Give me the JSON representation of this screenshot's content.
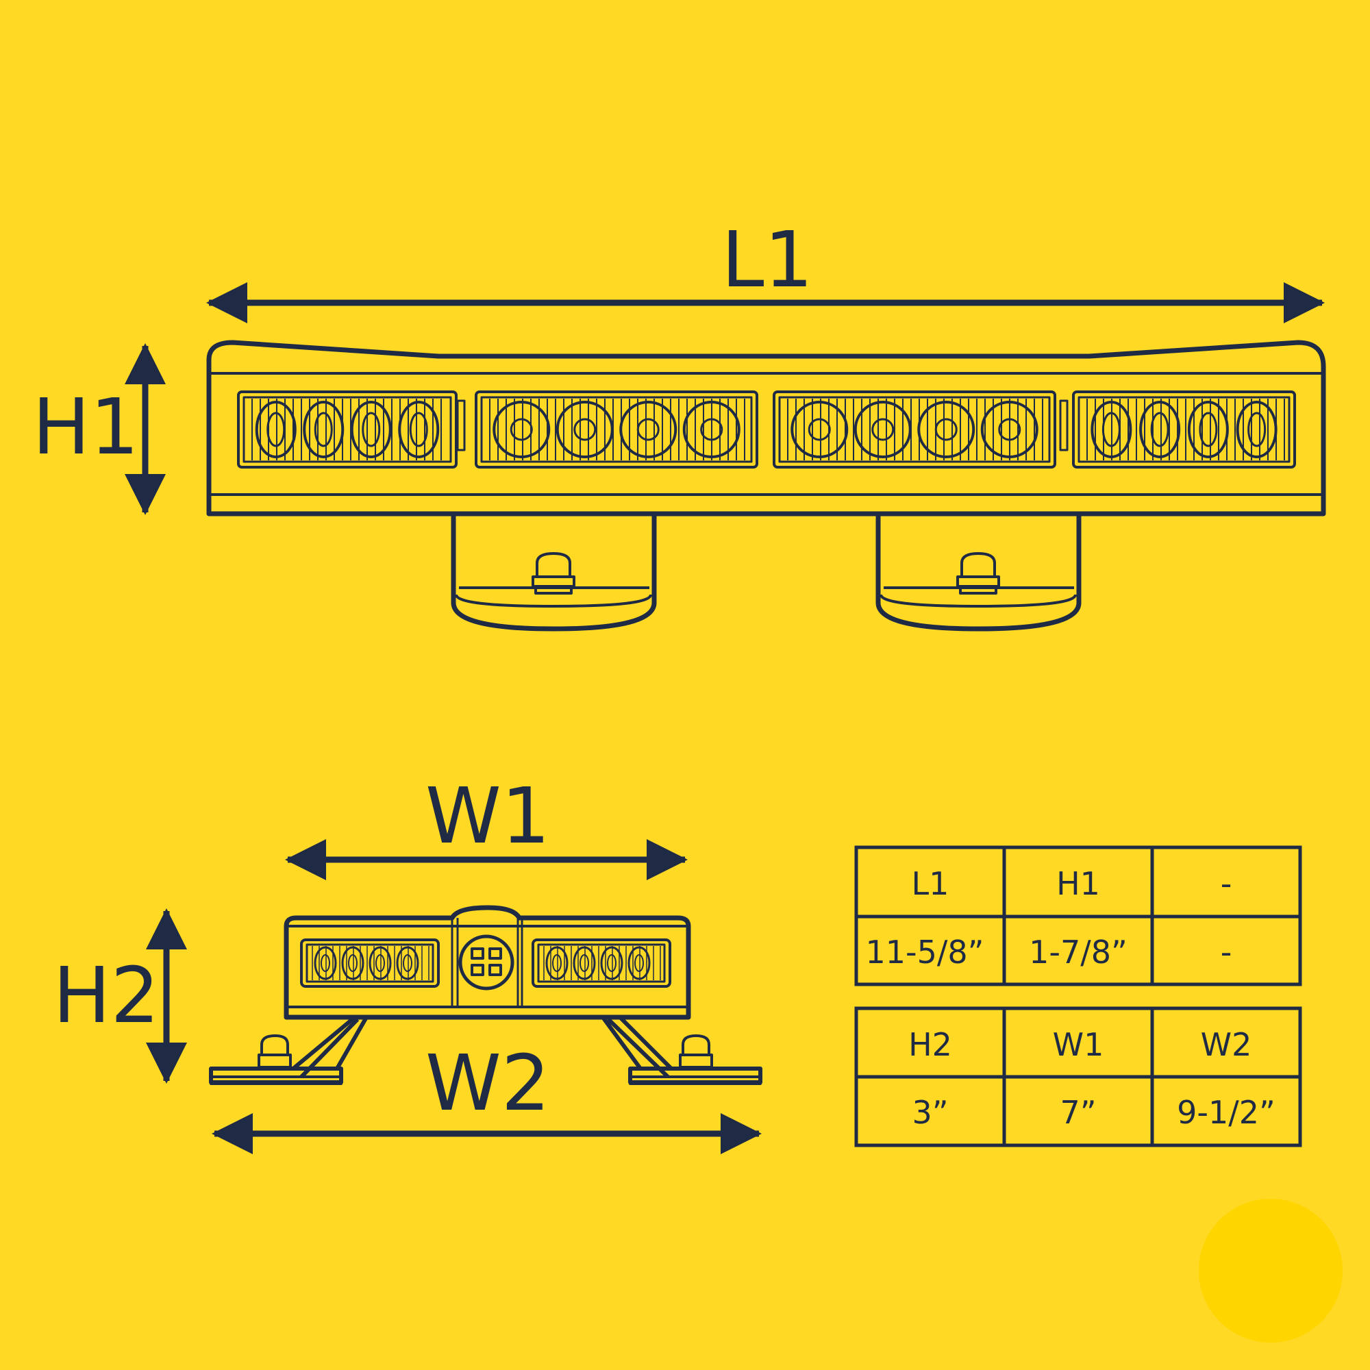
{
  "colors": {
    "background": "#FFD923",
    "line": "#1F2A44",
    "badge": "#FFD500"
  },
  "labels": {
    "L1": "L1",
    "H1": "H1",
    "W1": "W1",
    "H2": "H2",
    "W2": "W2"
  },
  "table_top": {
    "headers": [
      "L1",
      "H1",
      "-"
    ],
    "values": [
      "11-5/8”",
      "1-7/8”",
      "-"
    ]
  },
  "table_bottom": {
    "headers": [
      "H2",
      "W1",
      "W2"
    ],
    "values": [
      "3”",
      "7”",
      "9-1/2”"
    ]
  }
}
